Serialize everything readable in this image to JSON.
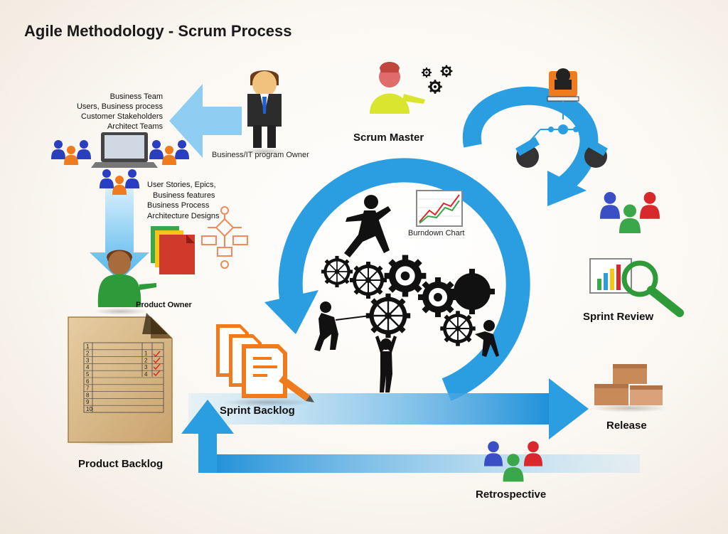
{
  "title": "Agile Methodology - Scrum Process",
  "labels": {
    "business_team": [
      "Business Team",
      "Users,  Business process",
      "Customer Stakeholders",
      "Architect Teams"
    ],
    "program_owner": "Business/IT program Owner",
    "scrum_master": "Scrum Master",
    "user_stories": [
      "User Stories, Epics,",
      "Business features",
      "Business Process",
      "Architecture Designs"
    ],
    "burndown_chart": "Burndown Chart",
    "product_owner": "Product Owner",
    "sprint_review": "Sprint Review",
    "sprint_backlog": "Sprint  Backlog",
    "release": "Release",
    "product_backlog": "Product Backlog",
    "retrospective": "Retrospective"
  },
  "backlog_rows": [
    "1",
    "2",
    "3",
    "4",
    "5",
    "6",
    "7",
    "8",
    "9",
    "10"
  ],
  "side_numbers": [
    "1",
    "2",
    "3",
    "4"
  ],
  "colors": {
    "arrow_blue": "#2a9ee0",
    "light_blue": "#9fd4f5",
    "person_blue": "#3b4fc4",
    "person_red": "#d8282c",
    "person_green": "#3aa84a",
    "person_orange": "#f07a1e",
    "paper": "#d8b98a",
    "box": "#c98a5a"
  },
  "icons": [
    "people-group-icon",
    "laptop-icon",
    "businessman-icon",
    "scrum-master-icon",
    "gears-icon",
    "flowchart-icon",
    "documents-icon",
    "runner-icon",
    "burndown-chart-icon",
    "sprint-review-chart-icon",
    "magnifier-icon",
    "boxes-icon",
    "product-backlog-icon",
    "sprint-backlog-icon",
    "team-network-icon"
  ]
}
